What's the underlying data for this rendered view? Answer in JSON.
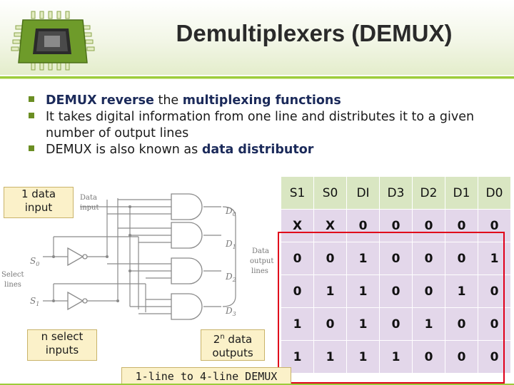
{
  "slide": {
    "title": "Demultiplexers (DEMUX)",
    "bullets": [
      {
        "parts": [
          {
            "t": "DEMUX",
            "kw": true
          },
          {
            "t": " ",
            "kw": false
          },
          {
            "t": "reverse",
            "kw": true
          },
          {
            "t": " the ",
            "kw": false
          },
          {
            "t": "multiplexing functions",
            "kw": true
          }
        ]
      },
      {
        "parts": [
          {
            "t": "It takes digital information from one line and distributes it to a given number of output lines",
            "kw": false
          }
        ]
      },
      {
        "parts": [
          {
            "t": "DEMUX is also known as ",
            "kw": false
          },
          {
            "t": "data distributor",
            "kw": true
          }
        ]
      }
    ],
    "callouts": {
      "data_input": [
        "1 data",
        "input"
      ],
      "select_inputs": [
        "n select",
        "inputs"
      ],
      "outputs_pre": "2",
      "outputs_sup": "n",
      "outputs_post": " data",
      "outputs_line2": "outputs",
      "caption": "1-line to 4-line DEMUX"
    },
    "diagram": {
      "data_input_label": [
        "Data",
        "input"
      ],
      "data_output_label": [
        "Data",
        "output",
        "lines"
      ],
      "select_label": [
        "Select",
        "lines"
      ],
      "outputs": [
        "D",
        "D",
        "D",
        "D"
      ],
      "output_subs": [
        "0",
        "1",
        "2",
        "3"
      ],
      "selects": [
        "S",
        "S"
      ],
      "select_subs": [
        "0",
        "1"
      ]
    },
    "table": {
      "headers": [
        "S1",
        "S0",
        "DI",
        "D3",
        "D2",
        "D1",
        "D0"
      ],
      "rows": [
        [
          "X",
          "X",
          "0",
          "0",
          "0",
          "0",
          "0"
        ],
        [
          "0",
          "0",
          "1",
          "0",
          "0",
          "0",
          "1"
        ],
        [
          "0",
          "1",
          "1",
          "0",
          "0",
          "1",
          "0"
        ],
        [
          "1",
          "0",
          "1",
          "0",
          "1",
          "0",
          "0"
        ],
        [
          "1",
          "1",
          "1",
          "1",
          "0",
          "0",
          "0"
        ]
      ]
    },
    "colors": {
      "accent": "#9ccc3a",
      "keyword": "#1b2a5a",
      "callout": "#fbf1c9",
      "header_cell": "#d9e6c2",
      "body_cell": "#e3d7ea",
      "highlight": "#e0001a"
    }
  }
}
